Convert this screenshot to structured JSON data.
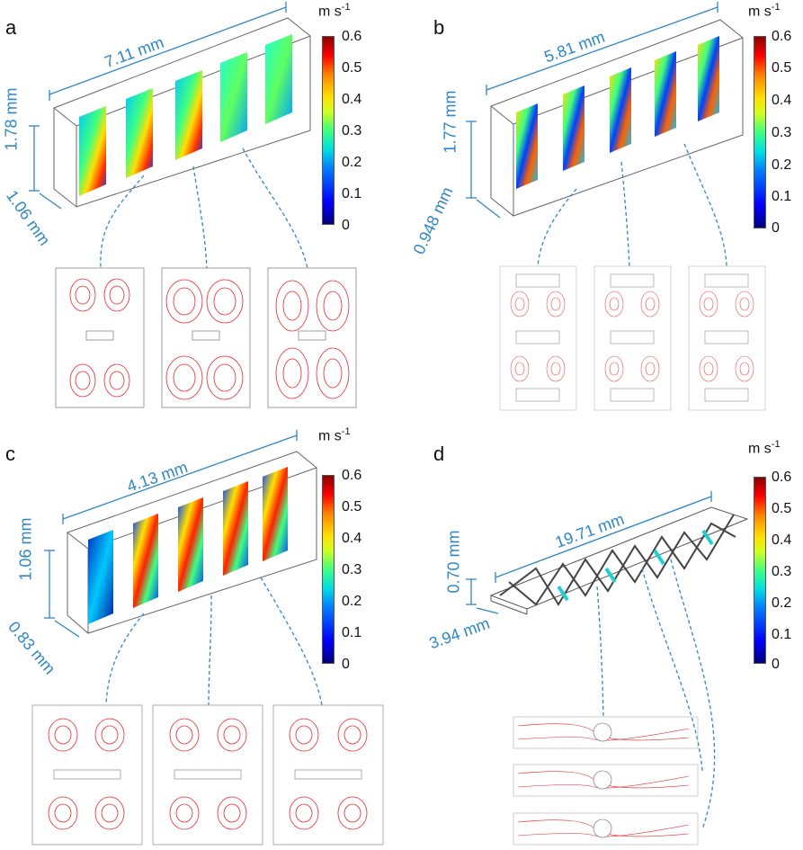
{
  "panels": [
    {
      "label": "a",
      "length": "7.11 mm",
      "height": "1.78 mm",
      "depth": "1.06 mm"
    },
    {
      "label": "b",
      "length": "5.81 mm",
      "height": "1.77 mm",
      "depth": "0.948 mm"
    },
    {
      "label": "c",
      "length": "4.13 mm",
      "height": "1.06 mm",
      "depth": "0.83 mm"
    },
    {
      "label": "d",
      "length": "19.71 mm",
      "height": "0.70 mm",
      "depth": "3.94 mm"
    }
  ],
  "colorbar": {
    "unit": "m s",
    "unit_exp": "-1",
    "ticks": [
      "0.6",
      "0.5",
      "0.4",
      "0.3",
      "0.2",
      "0.1",
      "0"
    ],
    "ticks_d": [
      "0.6",
      "0.5",
      "0.4",
      "0.3",
      "0.2",
      "0.1",
      "0"
    ],
    "colors": {
      "low": "#00007f",
      "mid": "#40ff80",
      "high": "#8b0000"
    }
  },
  "colors": {
    "dimension": "#2e86c8",
    "streamline": "#e8262a",
    "outline": "#555555"
  }
}
